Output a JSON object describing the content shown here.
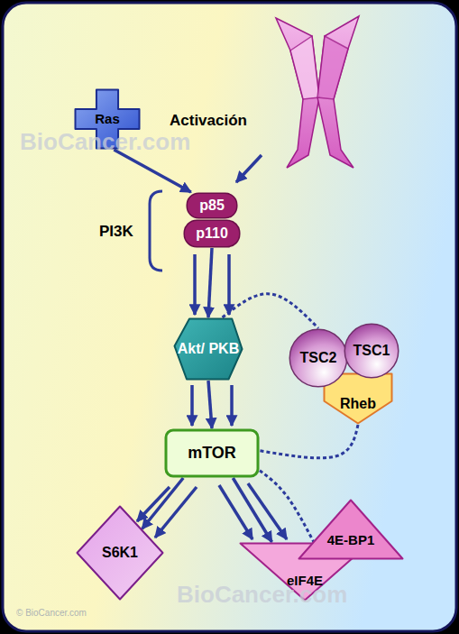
{
  "diagram": {
    "nodes": [
      {
        "text": [
          "Ras"
        ]
      },
      {
        "text": [
          "p85"
        ]
      },
      {
        "text": [
          "p110"
        ]
      },
      {
        "text": [
          "Akt/ PKB"
        ]
      },
      {
        "text": [
          "TSC2"
        ]
      },
      {
        "text": [
          "TSC1"
        ]
      },
      {
        "text": [
          "Rheb"
        ]
      },
      {
        "text": [
          "mTOR"
        ]
      },
      {
        "text": [
          "S6K1"
        ]
      },
      {
        "text": [
          "4E-BP1"
        ]
      },
      {
        "text": [
          "eIF4E"
        ]
      }
    ],
    "edges": [
      {
        "from": 0,
        "to": 1,
        "arrow": "to"
      },
      {
        "from": 2,
        "to": 3,
        "arrow": "to"
      },
      {
        "from": 3,
        "to": 4,
        "arrow": "none"
      },
      {
        "from": 3,
        "to": 7,
        "arrow": "to"
      },
      {
        "from": 6,
        "to": 7,
        "arrow": "none"
      },
      {
        "from": 7,
        "to": 8,
        "arrow": "to"
      },
      {
        "from": 7,
        "to": 10,
        "arrow": "to"
      },
      {
        "from": 7,
        "to": 9,
        "arrow": "none"
      }
    ],
    "labels": [
      "Activación",
      "PI3K",
      "BioCancer.com",
      "BioCancer.com",
      "© BioCancer.com"
    ]
  }
}
